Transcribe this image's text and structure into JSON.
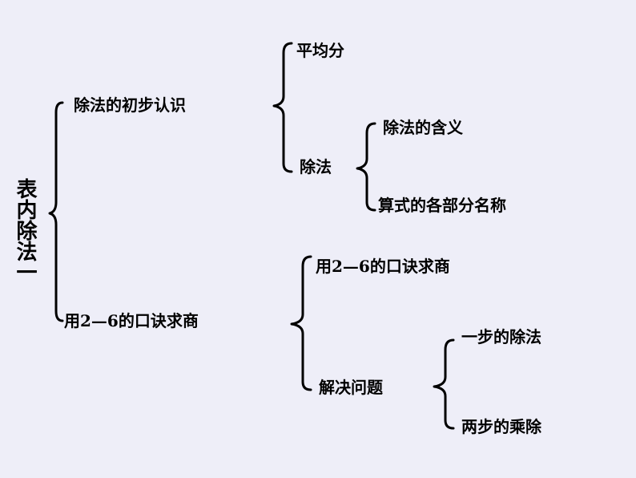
{
  "title": "表内除法一",
  "nodes": {
    "division_intro": "除法的初步认识",
    "use_table": "用2—6的口诀求商",
    "equal_share": "平均分",
    "division": "除法",
    "meaning": "除法的含义",
    "parts_names": "算式的各部分名称",
    "use_table_2": "用2—6的口诀求商",
    "solve_problems": "解决问题",
    "one_step": "一步的除法",
    "two_step": "两步的乘除"
  }
}
